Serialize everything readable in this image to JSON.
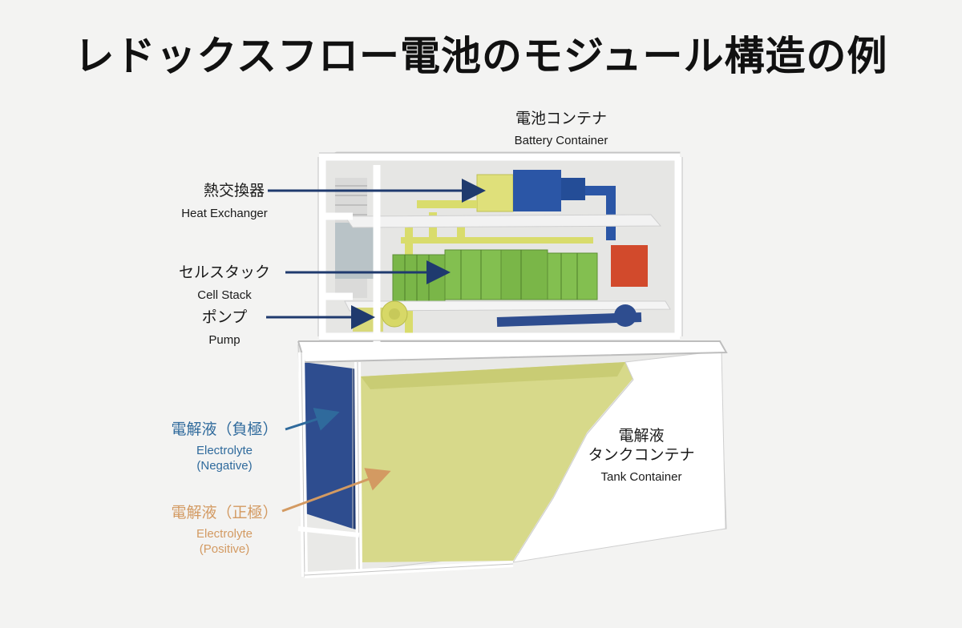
{
  "title": "レドックスフロー電池のモジュール構造の例",
  "labels": {
    "battery_container": {
      "jp": "電池コンテナ",
      "en": "Battery Container"
    },
    "heat_exchanger": {
      "jp": "熱交換器",
      "en": "Heat Exchanger"
    },
    "cell_stack": {
      "jp": "セルスタック",
      "en": "Cell Stack"
    },
    "pump": {
      "jp": "ポンプ",
      "en": "Pump"
    },
    "electrolyte_negative": {
      "jp": "電解液（負極）",
      "en_line1": "Electrolyte",
      "en_line2": "(Negative)"
    },
    "electrolyte_positive": {
      "jp": "電解液（正極）",
      "en_line1": "Electrolyte",
      "en_line2": "(Positive)"
    },
    "tank_container": {
      "jp_line1": "電解液",
      "jp_line2": "タンクコンテナ",
      "en": "Tank Container"
    }
  },
  "colors": {
    "arrow_dark": "#1f3a6e",
    "arrow_blue": "#2f6a9c",
    "arrow_orange": "#d39a62",
    "electrolyte_positive": "#d7d98a",
    "electrolyte_negative": "#2e4d8f",
    "cell_stack": "#7ab648",
    "frame": "#ffffff"
  }
}
